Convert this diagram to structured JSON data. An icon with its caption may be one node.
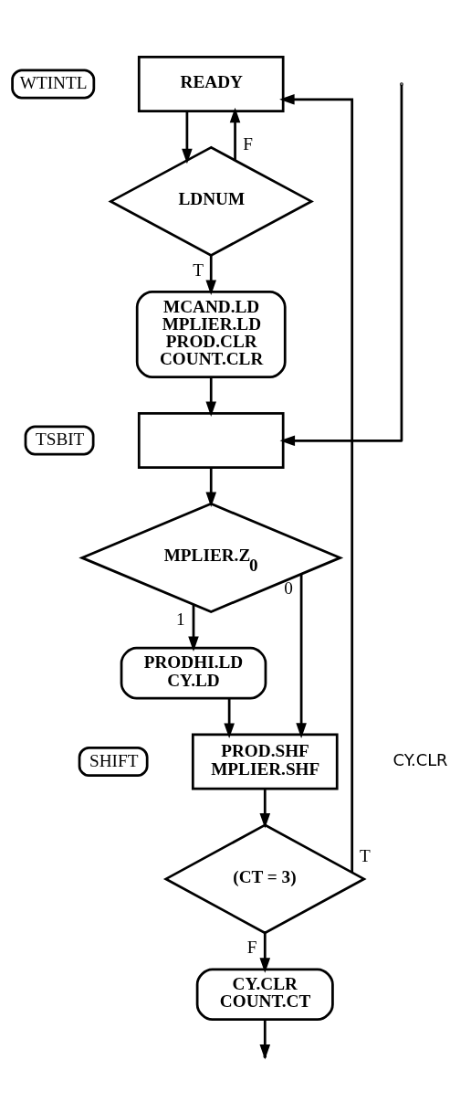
{
  "diagram": {
    "nodes": [
      {
        "text": [
          "WTINTL"
        ]
      },
      {
        "text": [
          "READY"
        ]
      },
      {
        "text": [
          "LDNUM"
        ]
      },
      {
        "text": [
          "MCAND.LD",
          "MPLIER.LD",
          "PROD.CLR",
          "COUNT.CLR"
        ]
      },
      {
        "text": [
          "TSBIT"
        ]
      },
      {
        "text": [],
        "shape": "box"
      },
      {
        "text": [
          "MPLIER.Z$_{0}$"
        ]
      },
      {
        "text": [
          "PRODHI.LD",
          "CY.LD"
        ]
      },
      {
        "text": [
          "SHIFT"
        ]
      },
      {
        "text": [
          "PROD.SHF",
          "MPLIER.SHF"
        ],
        "beside": [
          "CY.CLR"
        ]
      },
      {
        "text": [
          "(CT = 3)"
        ]
      },
      {
        "text": [
          "CY.CLR",
          "COUNT.CT"
        ]
      }
    ],
    "edges": [
      {
        "from": 1,
        "to": 2,
        "arrow": "to"
      },
      {
        "from": 2,
        "to": 1,
        "label": "F",
        "arrow": "to"
      },
      {
        "from": 2,
        "to": 3,
        "label": "T",
        "arrow": "to"
      },
      {
        "from": 3,
        "to": 5,
        "arrow": "to"
      },
      {
        "from": 5,
        "to": 6,
        "arrow": "to"
      },
      {
        "from": 6,
        "to": 7,
        "label": "1",
        "arrow": "to"
      },
      {
        "from": 6,
        "to": 9,
        "label": "0",
        "arrow": "to"
      },
      {
        "from": 7,
        "to": 9,
        "arrow": "to"
      },
      {
        "from": 9,
        "to": 10,
        "arrow": "to"
      },
      {
        "from": 10,
        "to": 1,
        "label": "T",
        "arrow": "to"
      },
      {
        "from": 10,
        "to": 11,
        "label": "F",
        "arrow": "to"
      },
      {
        "from": 11,
        "to": null,
        "arrow": "to"
      },
      {
        "from": null,
        "to": 5,
        "arrow": "to"
      }
    ]
  }
}
